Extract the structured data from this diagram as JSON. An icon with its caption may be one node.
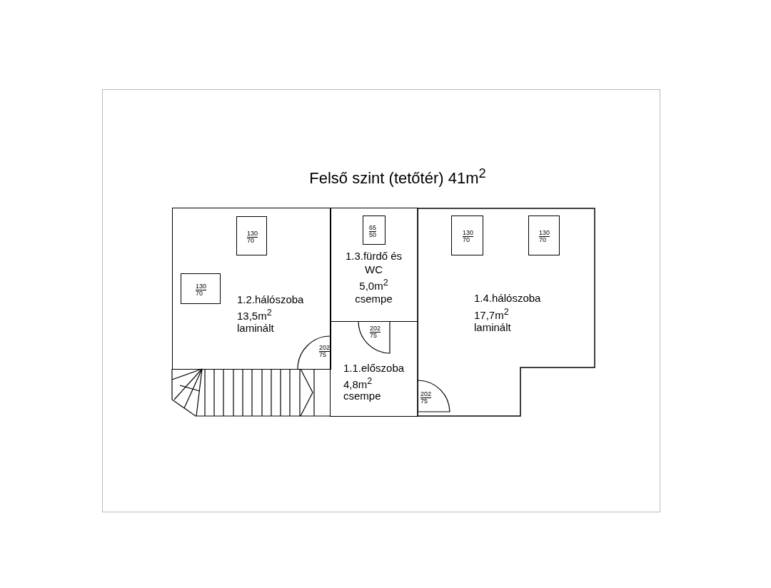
{
  "diagram": {
    "title": "Felső szint (tetőtér) 41m$^{2}$",
    "nodes": [
      {
        "text": [
          "1.2.hálószoba",
          "13,5m$^{2}$",
          "laminált"
        ]
      },
      {
        "text": [
          "130",
          "70"
        ],
        "in": 0
      },
      {
        "text": [
          "130",
          "70"
        ],
        "in": 0
      },
      {
        "text": [
          "1.3.fürdő és WC",
          "5,0m$^{2}$",
          "csempe"
        ]
      },
      {
        "text": [
          "65",
          "50"
        ],
        "in": 3
      },
      {
        "text": [
          "1.4.hálószoba",
          "17,7m$^{2}$",
          "laminált"
        ]
      },
      {
        "text": [
          "130",
          "70"
        ],
        "in": 5
      },
      {
        "text": [
          "130",
          "70"
        ],
        "in": 5
      },
      {
        "text": [
          "1.1.előszoba",
          "4,8m$^{2}$",
          "csempe"
        ]
      }
    ],
    "edges": [],
    "labels": [
      "202",
      "75",
      "202",
      "75",
      "202",
      "75"
    ]
  }
}
